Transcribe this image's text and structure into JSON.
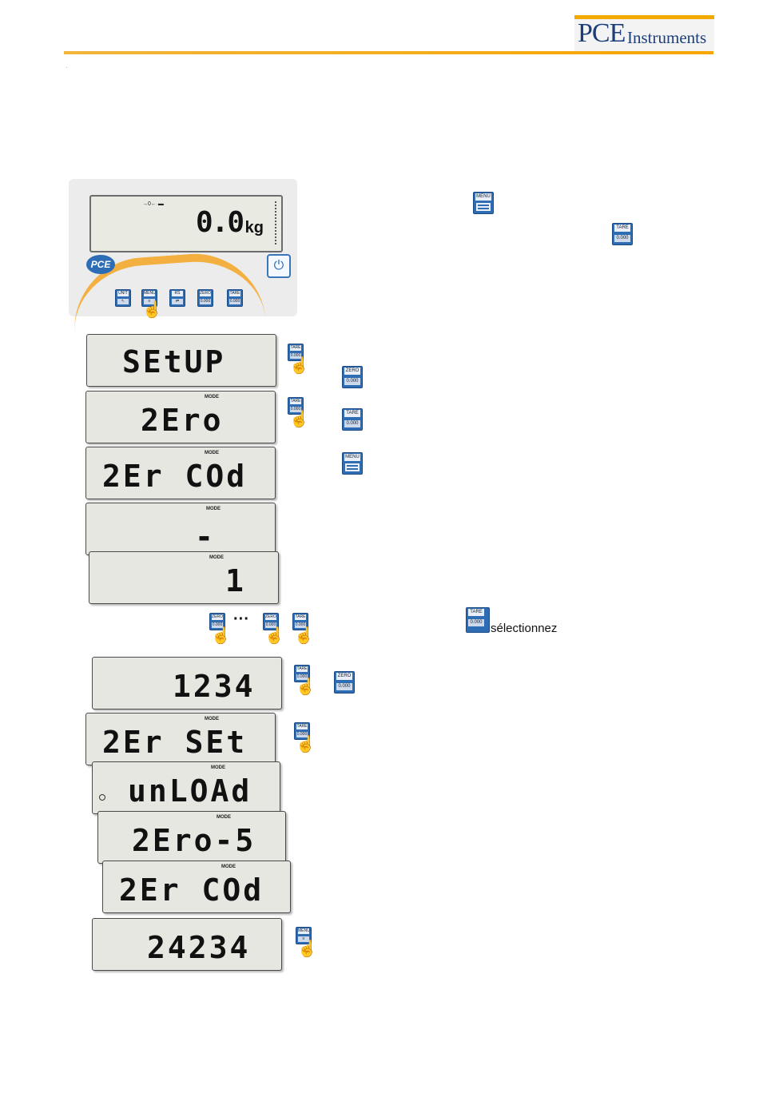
{
  "header": {
    "logo_pce": "PCE",
    "logo_instruments": "Instruments"
  },
  "panel": {
    "weight": "0.0",
    "unit": "kg",
    "brand": "PCE"
  },
  "keys": {
    "unit": "UNIT",
    "menu": "MENU",
    "zero": "ZERO",
    "tare": "TARE",
    "rs": "RS",
    "display": "0.000"
  },
  "displays": [
    {
      "text": "SEtUP",
      "mode": ""
    },
    {
      "text": "2Ero",
      "mode": "MODE"
    },
    {
      "text": "2Er COd",
      "mode": "MODE"
    },
    {
      "text": "-",
      "mode": "MODE"
    },
    {
      "text": "1",
      "mode": "MODE"
    },
    {
      "text": "1234",
      "mode": ""
    },
    {
      "text": "2Er SEt",
      "mode": "MODE"
    },
    {
      "text": "unLOAd",
      "mode": "MODE"
    },
    {
      "text": "2Ero-5",
      "mode": "MODE"
    },
    {
      "text": "2Er COd",
      "mode": "MODE"
    },
    {
      "text": "24234",
      "mode": ""
    }
  ],
  "instructions": {
    "select": "sélectionnez"
  },
  "colors": {
    "accent": "#f7a600",
    "brand_blue": "#1c3f7a",
    "key_blue": "#2e6db4"
  }
}
